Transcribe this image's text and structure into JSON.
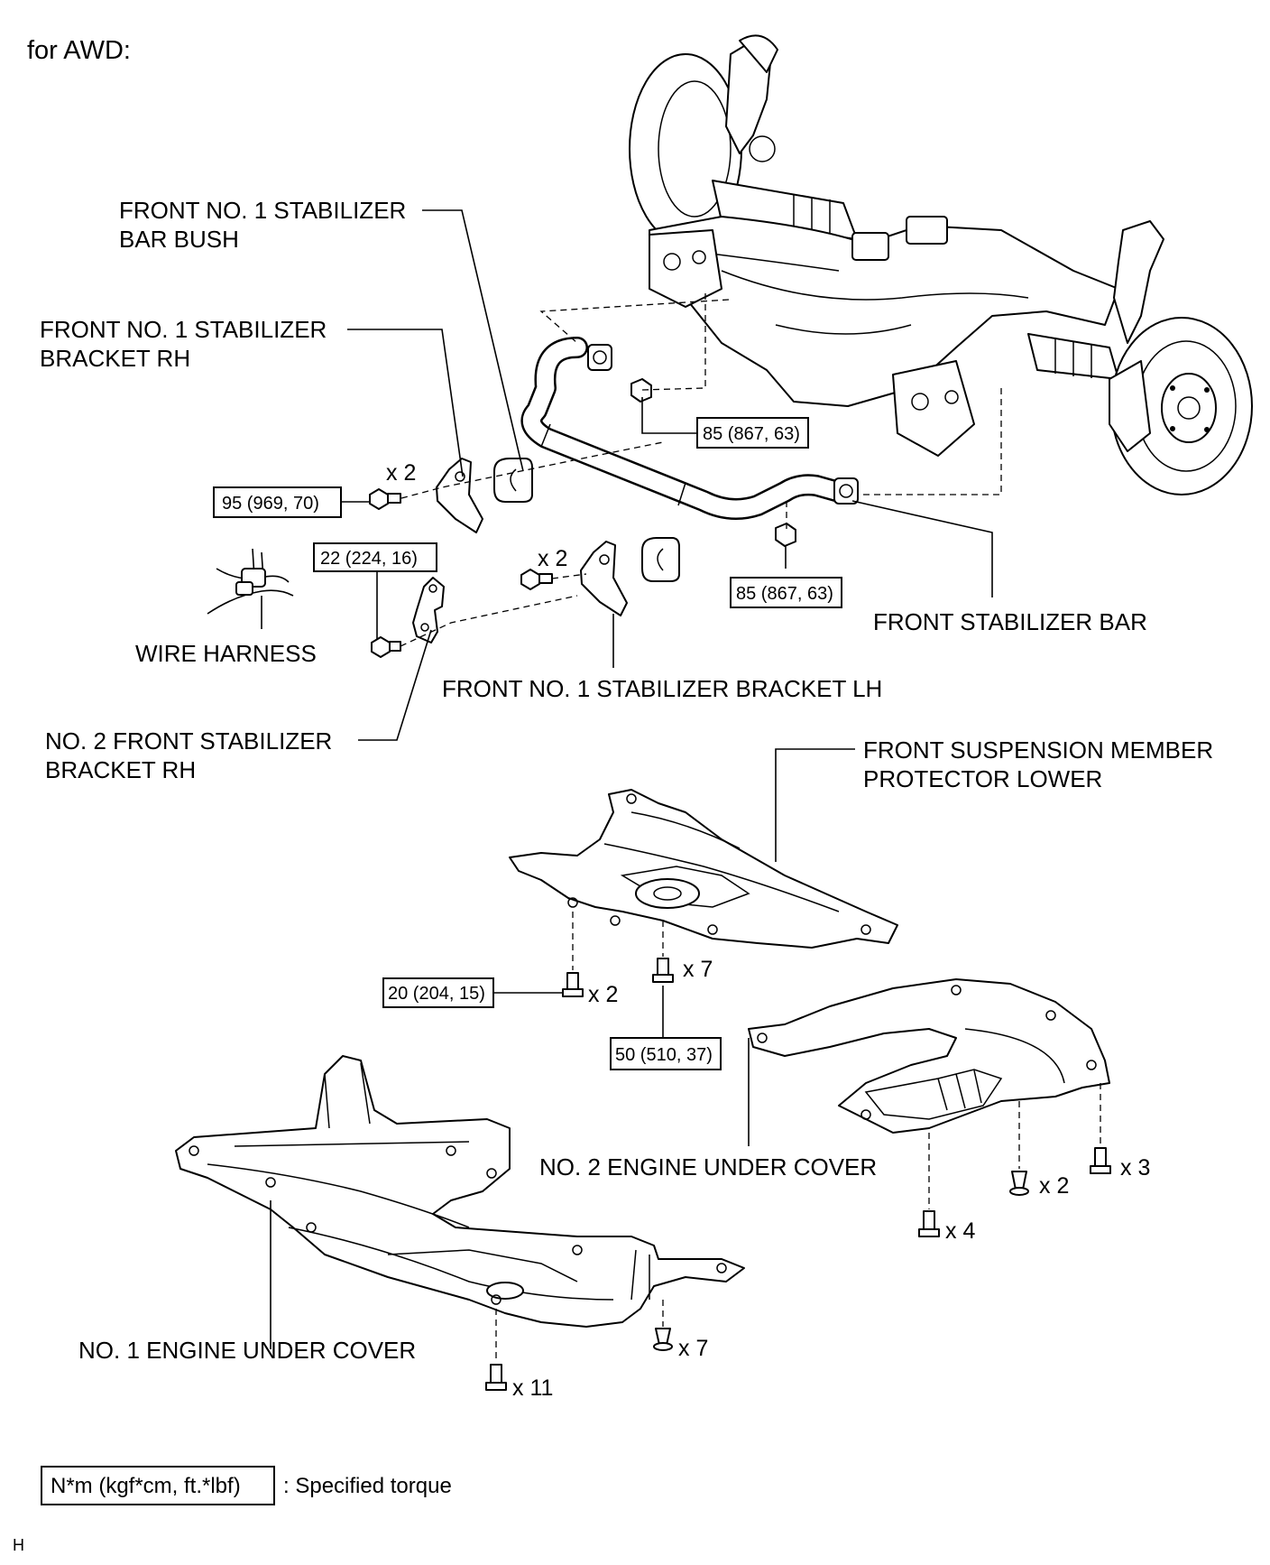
{
  "header": {
    "title": "for AWD:"
  },
  "labels": {
    "bar_bush": [
      "FRONT NO. 1 STABILIZER",
      "BAR BUSH"
    ],
    "bracket_rh": [
      "FRONT NO. 1 STABILIZER",
      "BRACKET RH"
    ],
    "wire_harness": "WIRE HARNESS",
    "no2_bracket_rh": [
      "NO. 2 FRONT STABILIZER",
      "BRACKET RH"
    ],
    "bracket_lh": "FRONT NO. 1 STABILIZER BRACKET LH",
    "stabilizer_bar": "FRONT STABILIZER BAR",
    "protector_lower": [
      "FRONT SUSPENSION MEMBER",
      "PROTECTOR LOWER"
    ],
    "no2_engine_cover": "NO. 2 ENGINE UNDER COVER",
    "no1_engine_cover": "NO. 1 ENGINE UNDER COVER"
  },
  "torques": {
    "stab_bar_nut_upper": "85 (867, 63)",
    "stab_bar_nut_lower": "85 (867, 63)",
    "bracket_rh_bolt": "95 (969, 70)",
    "no2_bracket_bolt": "22 (224, 16)",
    "protector_bolt_a": "20 (204, 15)",
    "protector_bolt_b": "50 (510, 37)"
  },
  "quantities": {
    "bracket_rh_bolts": "x 2",
    "bracket_lh_bolts": "x 2",
    "protector_bolts_a": "x 2",
    "protector_bolts_b": "x 7",
    "no2_cover_a": "x 4",
    "no2_cover_b": "x 2",
    "no2_cover_c": "x 3",
    "no1_cover_clips": "x 7",
    "no1_cover_bolts": "x 11"
  },
  "legend": {
    "unit": "N*m (kgf*cm, ft.*lbf)",
    "description": ": Specified torque"
  },
  "footer": {
    "code": "H"
  }
}
